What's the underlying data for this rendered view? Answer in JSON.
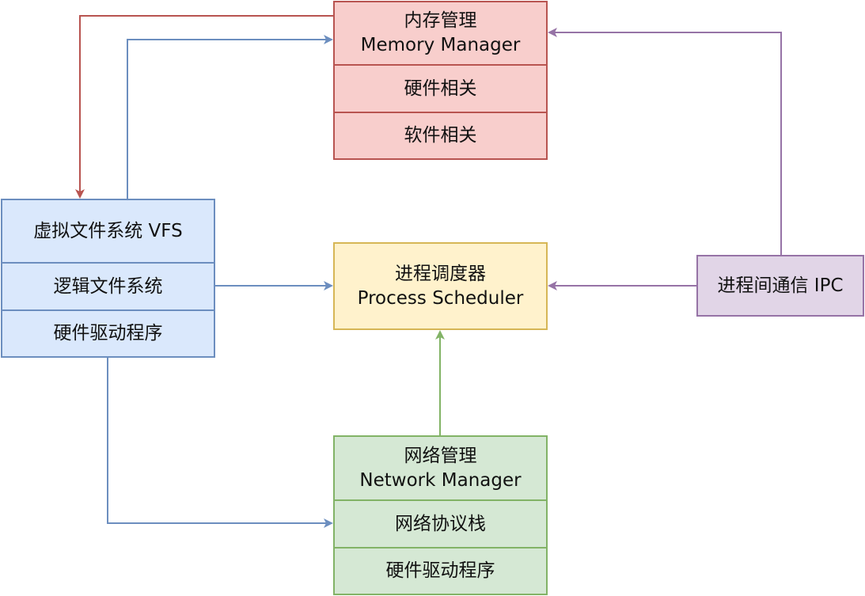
{
  "colors": {
    "red_edge": "#b85450",
    "blue_edge": "#6c8ebf",
    "green_edge": "#82b366",
    "purple_edge": "#9673a6",
    "red_fill": "#f8cecc",
    "blue_fill": "#dae8fc",
    "yellow_fill": "#fff2cc",
    "purple_fill": "#e1d5e7",
    "green_fill": "#d5e8d4"
  },
  "memory_manager": {
    "title_zh": "内存管理",
    "title_en": "Memory Manager",
    "items": [
      "硬件相关",
      "软件相关"
    ]
  },
  "vfs": {
    "title": "虚拟文件系统 VFS",
    "items": [
      "逻辑文件系统",
      "硬件驱动程序"
    ]
  },
  "process_scheduler": {
    "title_zh": "进程调度器",
    "title_en": "Process Scheduler"
  },
  "ipc": {
    "title": "进程间通信 IPC"
  },
  "network_manager": {
    "title_zh": "网络管理",
    "title_en": "Network Manager",
    "items": [
      "网络协议栈",
      "硬件驱动程序"
    ]
  }
}
